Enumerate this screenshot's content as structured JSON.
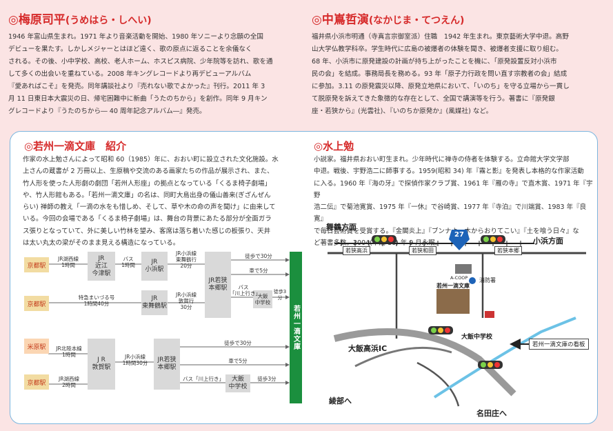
{
  "bio_left": {
    "name": "◎梅原司平",
    "reading": "(うめはら・しへい)",
    "lines": [
      "1946 年富山県生まれ。1971 年より音楽活動を開始、1980 年ソニーより念願の全国",
      "デビューを果たす。しかしメジャーとはほど遠く、歌の原点に返ることを余儀なく",
      "される。その後、小中学校、高校、老人ホーム、ホスピス病院、少年院等を訪れ、歌を通",
      "して多くの出会いを重ねている。2008 年キングレコードより再デビューアルバム",
      "『愛あればこそ』を発売。同年講談社より『売れない歌でよかった』刊行。2011 年 3",
      "月 11 日東日本大震災の日、帰宅困難中に新曲「うたのちから」を創作。同年 9 月キン",
      "グレコードより『うたのちから― 40 周年記念アルバム―』発売。"
    ]
  },
  "bio_right": {
    "name": "◎中嶌哲演",
    "reading": "(なかじま・てつえん)",
    "lines": [
      "福井県小浜市明通（寺真言宗御室派）住職　1942 年生まれ。東京藝術大学中退。高野",
      "山大学仏教学科卒。学生時代に広島の被爆者の体験を聞き、被爆者支援に取り組む。",
      "68 年、小浜市に原発建設の計画が持ち上がったことを機に、「原発設置反対小浜市",
      "民の会」を結成。事務局長を務める。93 年「原子力行政を問い直す宗教者の会」結成",
      "に参加。3.11 の原発震災以降、原発立地県において、「いのち」を守る立場から一貫し",
      "て脱原発を訴えてきた象徴的な存在として、全国で講演等を行う。著書に『原発銀",
      "座・若狭から』(光雲社)、『いのちか原発か』(風媒社) など。"
    ]
  },
  "library": {
    "heading": "◎若州一滴文庫　紹介",
    "lines": [
      "作家の水上勉さんによって昭和 60（1985）年に、おおい町に設立された文化施設。水",
      "上さんの蔵書が 2 万冊以上、生原稿や交流のある画家たちの作品が展示され、また、",
      "竹人形を使った人形劇の劇団「若州人形座」の拠点となっている「くるま椅子劇場」",
      "や、竹人形館もある。「若州一滴文庫」の名は、同町大島出身の儀山善来(ぎざんぜん",
      "らい) 禅師の教え「一滴の水をも惜しめ、そして、草や木の命の声を聞け」に由来して",
      "いる。今回の会場である「くるま椅子劇場」は、舞台の背景にあたる部分が全面ガラ",
      "ス張りとなっていて、外に美しい竹林を望み、客席は落ち着いた感じの板張り、天井",
      "は太い丸太の梁がそのまま見える構造になっている。"
    ]
  },
  "author": {
    "heading": "◎水上勉",
    "lines": [
      "小説家。福井県おおい町生まれ。少年時代に禅寺の侍者を体験する。立命館大学文学部",
      "中退。戦後、宇野浩二に師事する。1959(昭和 34) 年『霧と影』を発表し本格的な作家活動",
      "に入る。1960 年『海の牙』で探偵作家クラブ賞、1961 年『雁の寺』で直木賞、1971 年『宇野",
      "浩二伝』で菊池寛賞、1975 年『一休』で谷崎賞、1977 年『寺泊』で川端賞、1983 年『良寛』",
      "で毎日芸術賞を受賞する。『金閣炎上』『ブンナよ、木からおりてこい』『土を喰う日々』な",
      "ど著書多数。2004(平成 16) 年 9 月永眠。"
    ]
  },
  "routes": {
    "starts": [
      "京都駅",
      "京都駅",
      "米原駅",
      "京都駅"
    ],
    "nodes": {
      "jr_imazu": "JR\n近江\n今津駅",
      "jr_obama": "JR\n小浜駅",
      "jr_higashimaizuru": "JR\n東舞鶴駅",
      "jr_wakasa_hongo_1": "JR若狭\n本郷駅",
      "jr_tsuruga": "J R\n敦賀駅",
      "jr_wakasa_hongo_2": "JR若狭\n本郷駅",
      "oi_school_1": "大飯\n中学校",
      "oi_school_2": "大飯\n中学校"
    },
    "labels": {
      "kosei_1": "JR湖西線\n1時間",
      "bus_1": "バス\n1時間",
      "obama_line_1": "JR小浜線\n東舞鶴行\n20分",
      "walk_30_a": "徒歩で30分",
      "car_5_a": "車で5分",
      "bus_kawakami_a": "バス\n「川上行き」",
      "walk_3_a": "徒歩3分",
      "maizuru": "特急まいづる号\n1時間40分",
      "obama_line_2": "JR小浜線\n敦賀行\n30分",
      "hokuriku": "JR北陸本線\n1時間",
      "obama_line_3": "JR小浜線\n1時間30分",
      "kosei_2": "JR湖西線\n2時間",
      "walk_30_b": "徒歩で30分",
      "car_5_b": "車で5分",
      "bus_kawakami_b": "バス「川上行き」",
      "walk_3_b": "徒歩3分"
    },
    "destination": "若州一滴文庫"
  },
  "map": {
    "maizuru": "舞鶴方面",
    "obama": "小浜方面",
    "route_no": "27",
    "wakasa_takahama": "若狭高浜",
    "wakasa_wada": "若狭和田",
    "wakasa_hongo": "若狭本郷",
    "a_coop": "A-COOP",
    "fire": "消防署",
    "library": "若州一滴文庫",
    "school": "大飯中学校",
    "ic": "大飯高浜IC",
    "ayabe": "綾部へ",
    "natashou": "名田庄へ",
    "sign": "若州一滴文庫の看板"
  },
  "colors": {
    "heading_red": "#d62a2a",
    "panel_border": "#7bb6df",
    "destination_green": "#1b8f3e",
    "background": "#fbe4e4"
  }
}
